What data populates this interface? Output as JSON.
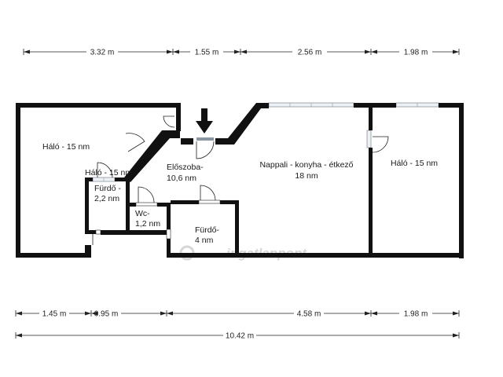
{
  "colors": {
    "wall": "#111111",
    "dimension_line": "#222222",
    "window": "#9aa4b0",
    "background": "#ffffff",
    "watermark": "#d6d6d6"
  },
  "top_dimensions": [
    "3.32 m",
    "1.55 m",
    "2.56 m",
    "1.98 m"
  ],
  "bottom_dimensions": [
    "1.45 m",
    "0.95 m",
    "4.58 m",
    "1.98 m"
  ],
  "total_dimension": "10.42 m",
  "rooms": {
    "halo1": "Háló - 15 nm",
    "halo_overlap": "Háló - 15 nm",
    "eloszoba": [
      "Előszoba-",
      "10,6 nm"
    ],
    "nappali": [
      "Nappali - konyha - étkező",
      "18 nm"
    ],
    "halo2": "Háló - 15 nm",
    "furdo1": [
      "Fürdő -",
      "2,2 nm"
    ],
    "wc": [
      "Wc-",
      "1,2 nm"
    ],
    "furdo2": [
      "Fürdő-",
      "4 nm"
    ]
  },
  "watermark": "ingatlanpont",
  "entrance_icon": "arrow-down-icon"
}
